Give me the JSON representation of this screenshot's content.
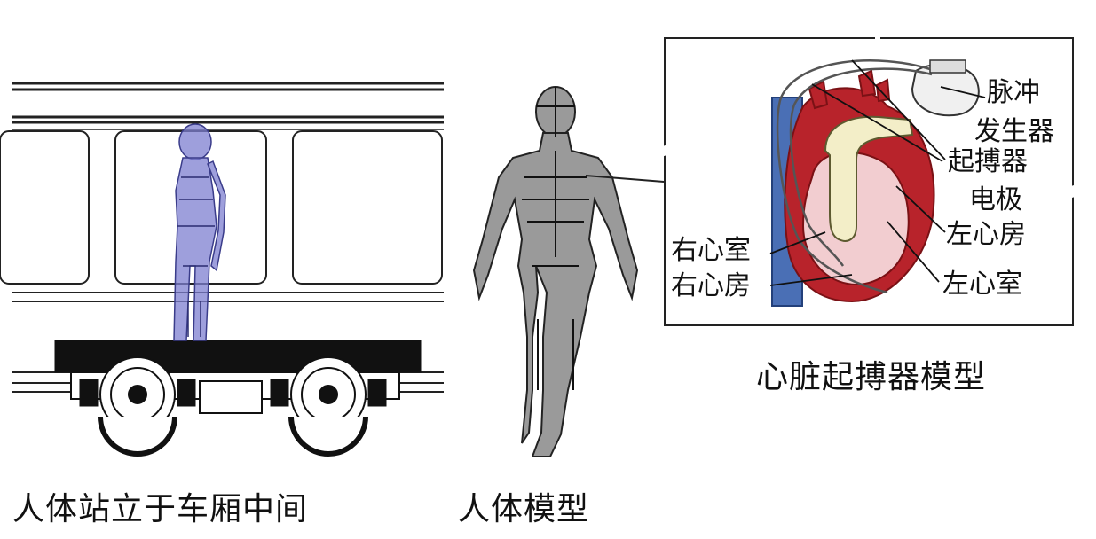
{
  "captions": {
    "train": "人体站立于车厢中间",
    "body": "人体模型",
    "heart": "心脏起搏器模型"
  },
  "heart_labels": {
    "pulse_generator_line1": "脉冲",
    "pulse_generator_line2": "发生器",
    "pacing_electrode_line1": "起搏器",
    "pacing_electrode_line2": "电极",
    "left_atrium": "左心房",
    "left_ventricle": "左心室",
    "right_ventricle": "右心室",
    "right_atrium": "右心房"
  },
  "colors": {
    "human_in_train": "#7d7fd0",
    "human_model": "#8a8a8a",
    "heart_red": "#b8232b",
    "vein_blue": "#4a6fb5",
    "aorta_cream": "#f3eec8"
  }
}
